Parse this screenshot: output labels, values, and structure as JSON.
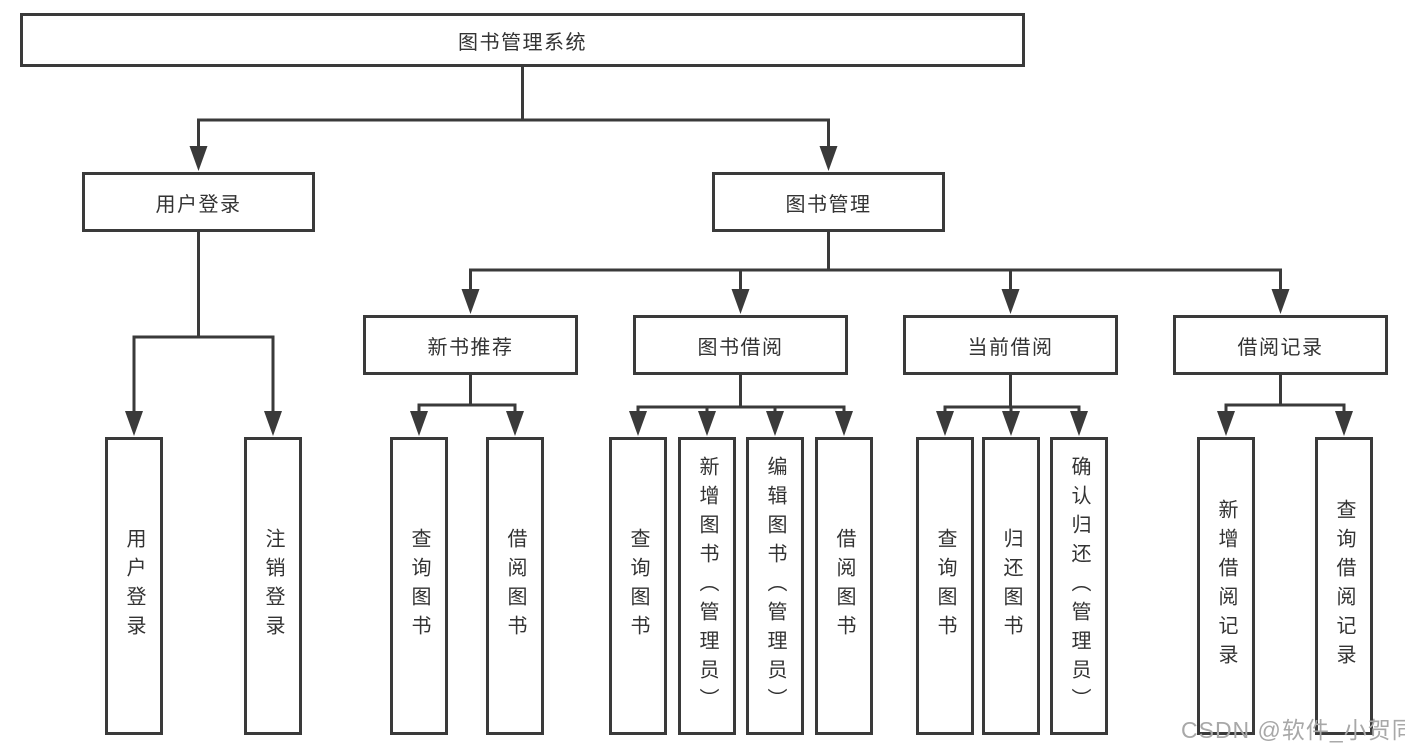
{
  "diagram": {
    "root": {
      "label": "图书管理系统"
    },
    "modules": [
      {
        "label": "用户登录",
        "children": [
          {
            "label": "用户登录"
          },
          {
            "label": "注销登录"
          }
        ]
      },
      {
        "label": "图书管理",
        "children": [
          {
            "label": "新书推荐",
            "children": [
              {
                "label": "查询图书"
              },
              {
                "label": "借阅图书"
              }
            ]
          },
          {
            "label": "图书借阅",
            "children": [
              {
                "label": "查询图书"
              },
              {
                "label": "新增图书（管理员）"
              },
              {
                "label": "编辑图书（管理员）"
              },
              {
                "label": "借阅图书"
              }
            ]
          },
          {
            "label": "当前借阅",
            "children": [
              {
                "label": "查询图书"
              },
              {
                "label": "归还图书"
              },
              {
                "label": "确认归还（管理员）"
              }
            ]
          },
          {
            "label": "借阅记录",
            "children": [
              {
                "label": "新增借阅记录"
              },
              {
                "label": "查询借阅记录"
              }
            ]
          }
        ]
      }
    ]
  },
  "watermark": {
    "text": "CSDN @软件_小贺同学"
  },
  "colors": {
    "line": "#3a3a3a",
    "text": "#333333",
    "watermark": "#a8a8a8",
    "background": "#ffffff"
  }
}
